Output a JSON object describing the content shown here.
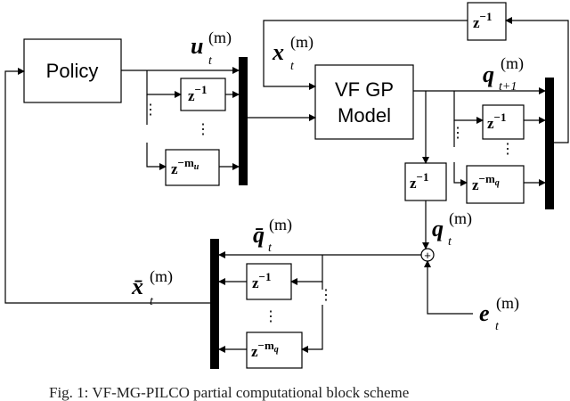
{
  "blocks": {
    "policy": "Policy",
    "model_line1": "VF GP",
    "model_line2": "Model"
  },
  "delays": {
    "u_1": "z",
    "u_1_exp": "−1",
    "u_m": "z",
    "u_m_exp": "−m",
    "u_m_sub": "u",
    "qf_1": "z",
    "qf_1_exp": "−1",
    "qf_m": "z",
    "qf_m_exp": "−m",
    "qf_m_sub": "q",
    "top": "z",
    "top_exp": "−1",
    "q_mid": "z",
    "q_mid_exp": "−1",
    "qb_1": "z",
    "qb_1_exp": "−1",
    "qb_m": "z",
    "qb_m_exp": "−m",
    "qb_m_sub": "q"
  },
  "signals": {
    "u": {
      "base": "u",
      "sub": "t",
      "sup": "(m)"
    },
    "x": {
      "base": "x",
      "sub": "t",
      "sup": "(m)"
    },
    "q_next": {
      "base": "q",
      "sub": "t+1",
      "sup": "(m)"
    },
    "q": {
      "base": "q",
      "sub": "t",
      "sup": "(m)"
    },
    "q_bar": {
      "base": "q̄",
      "sub": "t",
      "sup": "(m)"
    },
    "x_bar": {
      "base": "x̄",
      "sub": "t",
      "sup": "(m)"
    },
    "e": {
      "base": "e",
      "sub": "t",
      "sup": "(m)"
    }
  },
  "sum_symbol": "+",
  "ellipsis": "⋮",
  "caption": "Fig. 1: VF-MG-PILCO partial computational block scheme"
}
